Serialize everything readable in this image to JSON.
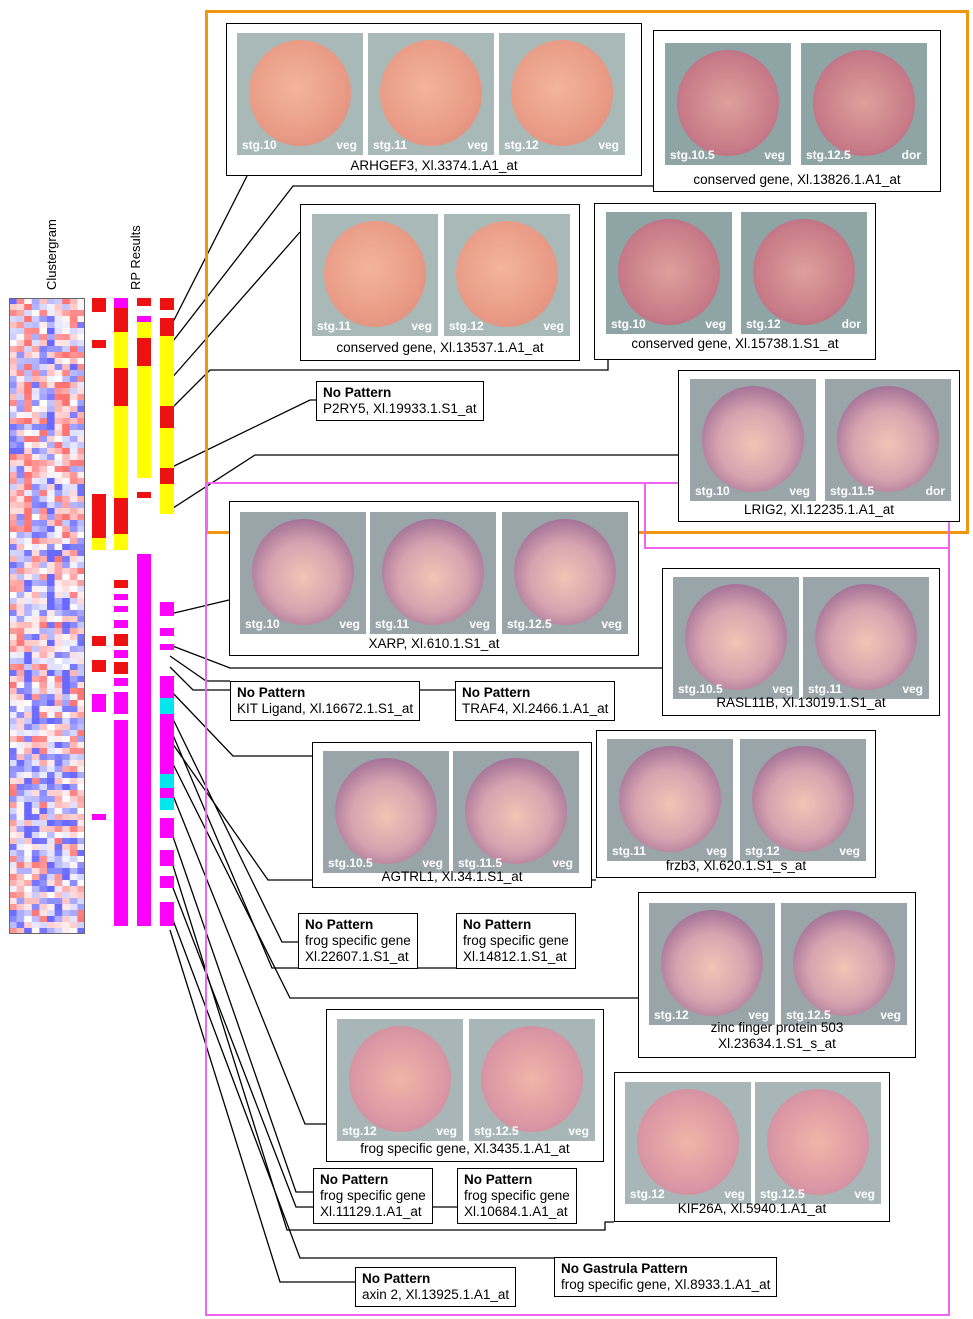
{
  "axis_labels": {
    "clustergram": "Clustergram",
    "rp_results": "RP Results"
  },
  "colors": {
    "orange_frame": "#f0960f",
    "pink_frame": "#ee66ee",
    "red": "#ee1111",
    "yellow": "#ffff00",
    "magenta": "#ff00ff",
    "cyan": "#00e8ee"
  },
  "panels": [
    {
      "id": "p1",
      "caption": "ARHGEF3, Xl.3374.1.A1_at",
      "images": [
        {
          "stage": "stg.10",
          "view": "veg"
        },
        {
          "stage": "stg.11",
          "view": "veg"
        },
        {
          "stage": "stg.12",
          "view": "veg"
        }
      ]
    },
    {
      "id": "p2",
      "caption": "conserved gene, Xl.13826.1.A1_at",
      "images": [
        {
          "stage": "stg.10.5",
          "view": "veg"
        },
        {
          "stage": "stg.12.5",
          "view": "dor"
        }
      ]
    },
    {
      "id": "p3",
      "caption": "conserved gene, Xl.13537.1.A1_at",
      "images": [
        {
          "stage": "stg.11",
          "view": "veg"
        },
        {
          "stage": "stg.12",
          "view": "veg"
        }
      ]
    },
    {
      "id": "p4",
      "caption": "conserved gene, Xl.15738.1.S1_at",
      "images": [
        {
          "stage": "stg.10",
          "view": "veg"
        },
        {
          "stage": "stg.12",
          "view": "dor"
        }
      ]
    },
    {
      "id": "p5",
      "caption": "LRIG2, Xl.12235.1.A1_at",
      "images": [
        {
          "stage": "stg.10",
          "view": "veg"
        },
        {
          "stage": "stg.11.5",
          "view": "dor"
        }
      ]
    },
    {
      "id": "p6",
      "caption": "XARP, Xl.610.1.S1_at",
      "images": [
        {
          "stage": "stg.10",
          "view": "veg"
        },
        {
          "stage": "stg.11",
          "view": "veg"
        },
        {
          "stage": "stg.12.5",
          "view": "veg"
        }
      ]
    },
    {
      "id": "p7",
      "caption": "RASL11B, Xl.13019.1.S1_at",
      "images": [
        {
          "stage": "stg.10.5",
          "view": "veg"
        },
        {
          "stage": "stg.11",
          "view": "veg"
        }
      ]
    },
    {
      "id": "p8",
      "caption": "AGTRL1, Xl.34.1.S1_at",
      "images": [
        {
          "stage": "stg.10.5",
          "view": "veg"
        },
        {
          "stage": "stg.11.5",
          "view": "veg"
        }
      ]
    },
    {
      "id": "p9",
      "caption": "frzb3, Xl.620.1.S1_s_at",
      "images": [
        {
          "stage": "stg.11",
          "view": "veg"
        },
        {
          "stage": "stg.12",
          "view": "veg"
        }
      ]
    },
    {
      "id": "p10",
      "caption": "zinc finger protein 503",
      "caption2": "Xl.23634.1.S1_s_at",
      "images": [
        {
          "stage": "stg.12",
          "view": "veg"
        },
        {
          "stage": "stg.12.5",
          "view": "veg"
        }
      ]
    },
    {
      "id": "p11",
      "caption": "frog specific gene, Xl.3435.1.A1_at",
      "images": [
        {
          "stage": "stg.12",
          "view": "veg"
        },
        {
          "stage": "stg.12.5",
          "view": "veg"
        }
      ]
    },
    {
      "id": "p12",
      "caption": "KIF26A, Xl.5940.1.A1_at",
      "images": [
        {
          "stage": "stg.12",
          "view": "veg"
        },
        {
          "stage": "stg.12.5",
          "view": "veg"
        }
      ]
    }
  ],
  "no_pattern_boxes": [
    {
      "id": "n1",
      "title": "No Pattern",
      "lines": [
        "P2RY5, Xl.19933.1.S1_at"
      ]
    },
    {
      "id": "n2",
      "title": "No Pattern",
      "lines": [
        "KIT Ligand, Xl.16672.1.S1_at"
      ]
    },
    {
      "id": "n3",
      "title": "No Pattern",
      "lines": [
        "TRAF4, Xl.2466.1.A1_at"
      ]
    },
    {
      "id": "n4",
      "title": "No Pattern",
      "lines": [
        "frog specific gene",
        "Xl.22607.1.S1_at"
      ]
    },
    {
      "id": "n5",
      "title": "No Pattern",
      "lines": [
        "frog specific gene",
        "Xl.14812.1.S1_at"
      ]
    },
    {
      "id": "n6",
      "title": "No Pattern",
      "lines": [
        "frog specific gene",
        "Xl.11129.1.A1_at"
      ]
    },
    {
      "id": "n7",
      "title": "No Pattern",
      "lines": [
        "frog specific gene",
        "Xl.10684.1.A1_at"
      ]
    },
    {
      "id": "n8",
      "title": "No Gastrula Pattern",
      "lines": [
        "frog specific gene, Xl.8933.1.A1_at"
      ]
    },
    {
      "id": "n9",
      "title": "No Pattern",
      "lines": [
        "axin 2, Xl.13925.1.A1_at"
      ]
    }
  ]
}
